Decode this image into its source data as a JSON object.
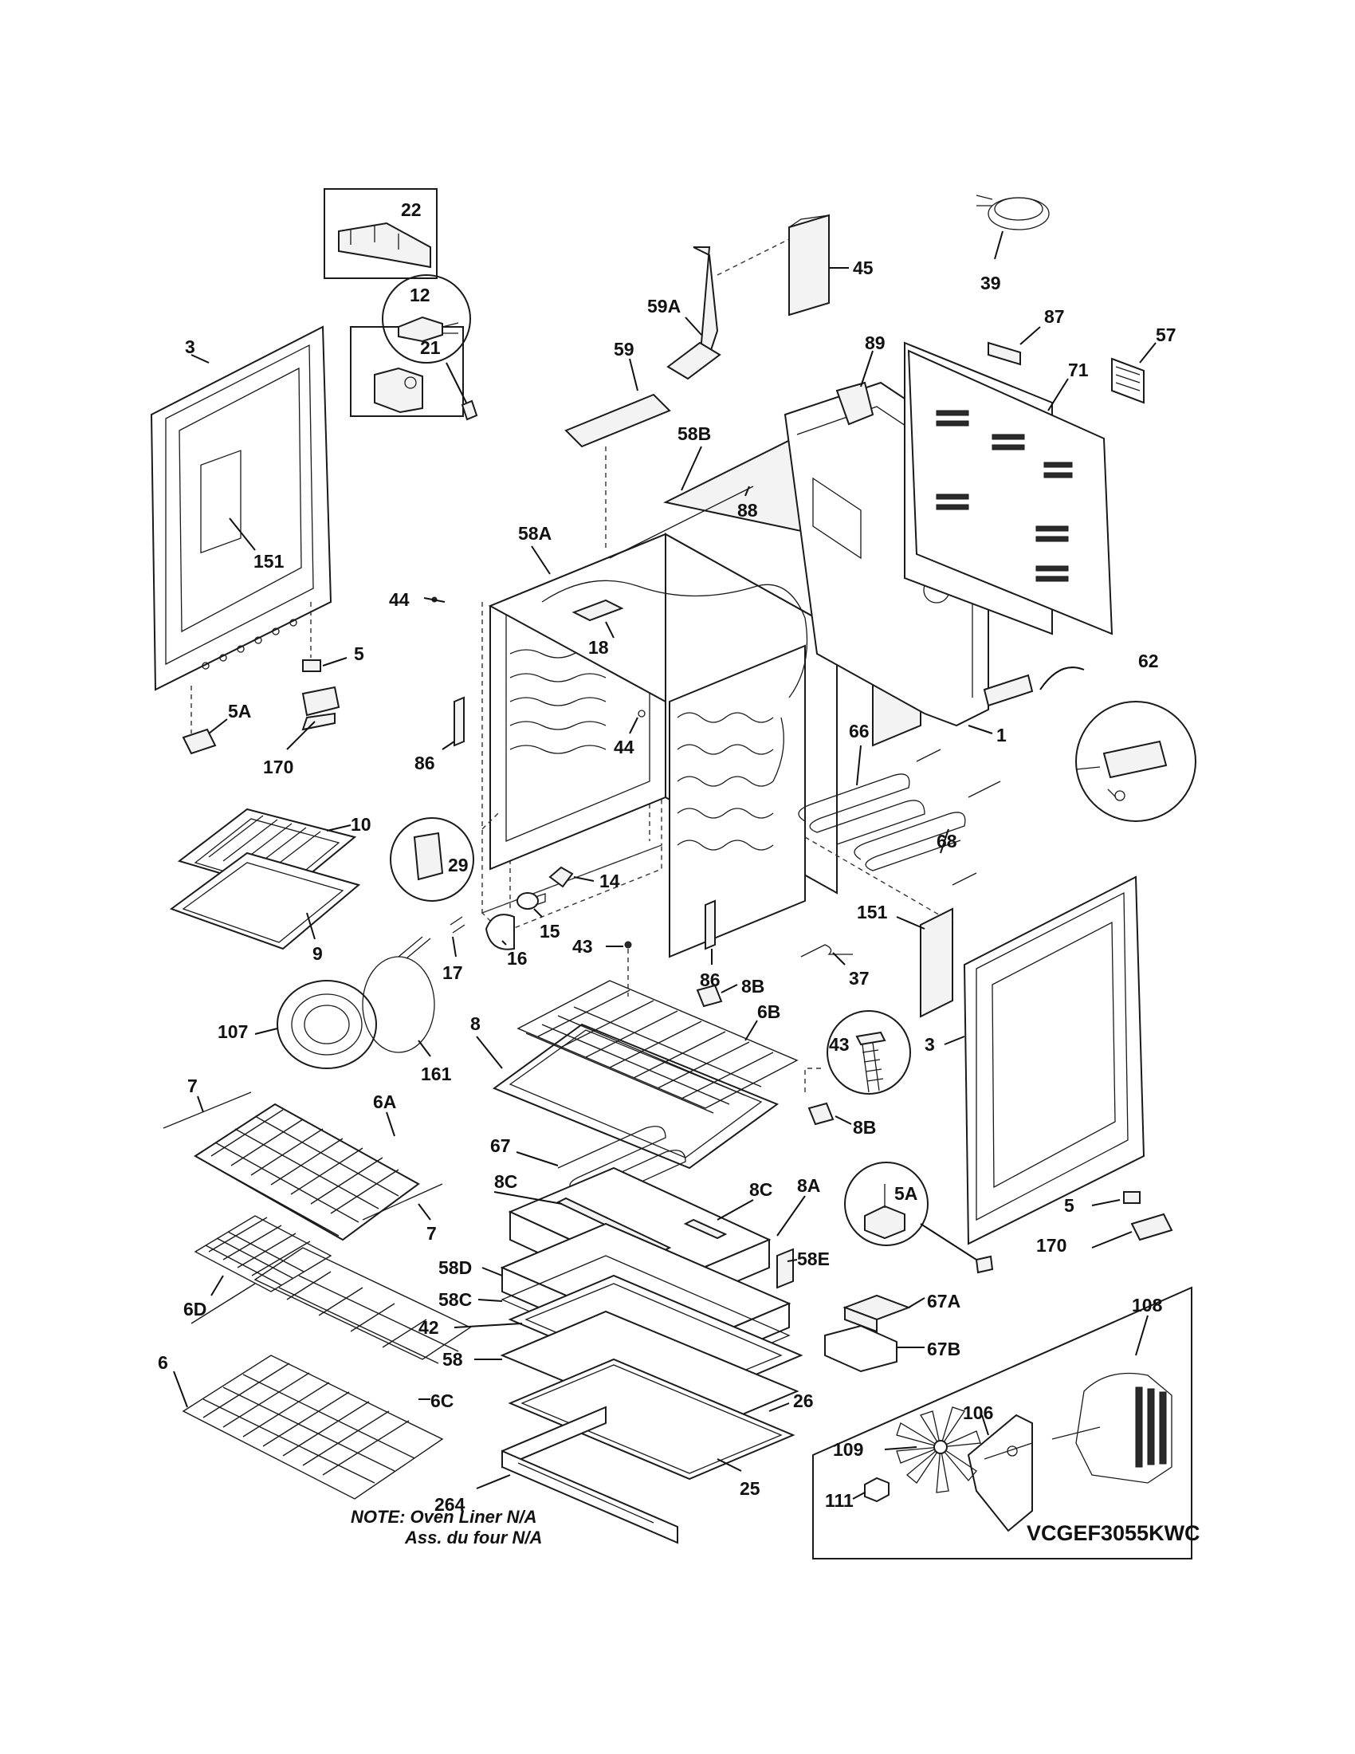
{
  "callouts": {
    "c22": "22",
    "c21": "21",
    "c3a": "3",
    "c151a": "151",
    "c5a": "5",
    "c5Aa": "5A",
    "c170a": "170",
    "c12": "12",
    "c44a": "44",
    "c58A": "58A",
    "c18": "18",
    "c58B": "58B",
    "c88": "88",
    "c59": "59",
    "c59A": "59A",
    "c45": "45",
    "c89": "89",
    "c87": "87",
    "c71": "71",
    "c57": "57",
    "c39": "39",
    "c44b": "44",
    "c86a": "86",
    "c86b": "86",
    "c1": "1",
    "c62": "62",
    "c66": "66",
    "c68": "68",
    "c10": "10",
    "c9": "9",
    "c29": "29",
    "c14": "14",
    "c15": "15",
    "c16": "16",
    "c17": "17",
    "c43a": "43",
    "c8Ba": "8B",
    "c8Bb": "8B",
    "c151b": "151",
    "c37": "37",
    "c6B": "6B",
    "c8": "8",
    "c43b": "43",
    "c107": "107",
    "c161": "161",
    "c7a": "7",
    "c6A": "6A",
    "c7b": "7",
    "c3b": "3",
    "c67": "67",
    "c8Ca": "8C",
    "c8Cb": "8C",
    "c8A": "8A",
    "c5Ab": "5A",
    "c5b": "5",
    "c170b": "170",
    "c58D": "58D",
    "c58E": "58E",
    "c58C": "58C",
    "c42": "42",
    "c58": "58",
    "c67A": "67A",
    "c67B": "67B",
    "c6D": "6D",
    "c6C": "6C",
    "c6": "6",
    "c26": "26",
    "c264": "264",
    "c25": "25",
    "c108": "108",
    "c106": "106",
    "c109": "109",
    "c111": "111"
  },
  "note": {
    "line1": "NOTE: Oven Liner N/A",
    "line2": "Ass. du four N/A"
  },
  "model_number": "VCGEF3055KWC"
}
